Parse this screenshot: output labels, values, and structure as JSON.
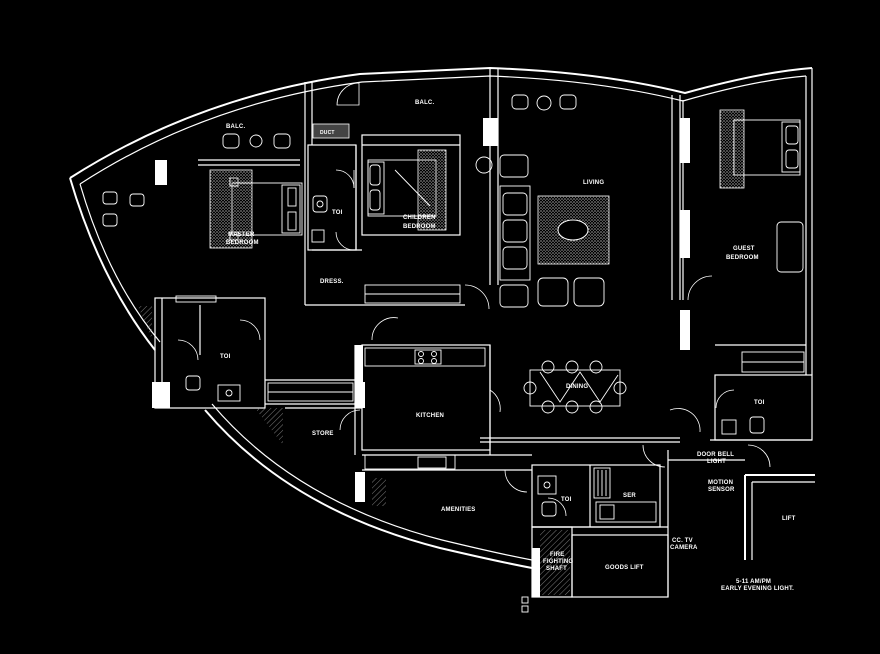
{
  "rooms": {
    "balc_left": "BALC.",
    "balc_top": "BALC.",
    "duct": "DUCT",
    "living": "LIVING",
    "master_bedroom_1": "MASTER",
    "master_bedroom_2": "BEDROOM",
    "toi_1": "TOI",
    "children_bedroom_1": "CHILDREN",
    "children_bedroom_2": "BEDROOM",
    "guest_bedroom_1": "GUEST",
    "guest_bedroom_2": "BEDROOM",
    "dress": "DRESS.",
    "toi_2": "TOI",
    "dining": "DINING",
    "kitchen": "KITCHEN",
    "store": "STORE",
    "toi_3": "TOI",
    "door_bell_1": "DOOR BELL",
    "door_bell_2": "LIGHT",
    "motion_sensor_1": "MOTION",
    "motion_sensor_2": "SENSOR",
    "lift": "LIFT",
    "amenities": "AMENITIES",
    "toi_4": "TOI",
    "ser": "SER",
    "cctv_1": "CC. TV",
    "cctv_2": "CAMERA",
    "fire_shaft_1": "FIRE",
    "fire_shaft_2": "FIGHTING",
    "fire_shaft_3": "SHAFT",
    "goods_lift": "GOODS LIFT",
    "evening_light_1": "5-11 AM/PM",
    "evening_light_2": "EARLY EVENING LIGHT."
  },
  "colors": {
    "background": "#000000",
    "lines": "#ffffff",
    "hatch": "#9a9a9a"
  }
}
